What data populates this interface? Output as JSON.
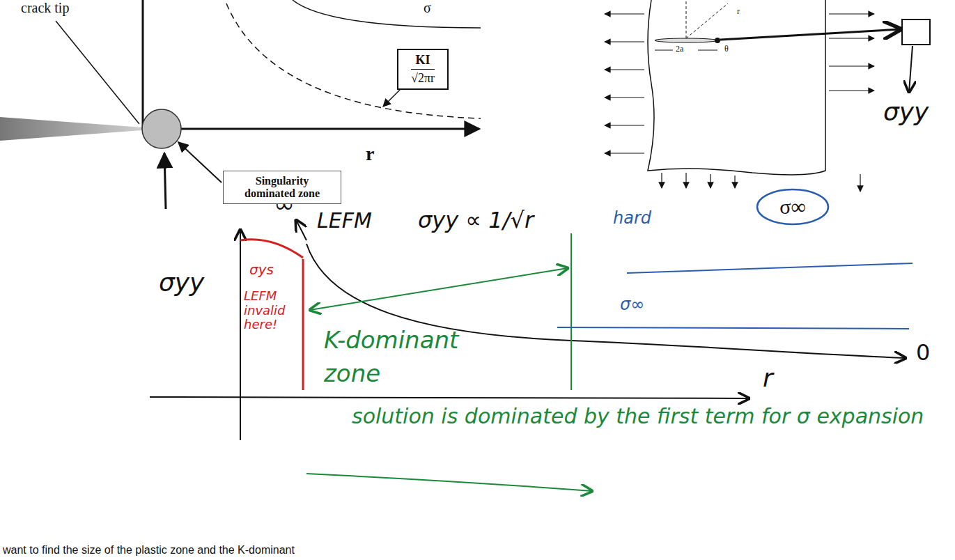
{
  "diagram": {
    "nodes": [
      {
        "text": [
          "KI",
          "√2πr"
        ]
      },
      {
        "text": [
          "Singularity dominated zone"
        ]
      },
      {
        "text": [
          "σ∞"
        ]
      }
    ],
    "labels": [
      "crack tip",
      "σ",
      "r",
      "2a",
      "r",
      "θ",
      "σyy",
      "∞",
      "LEFM",
      "σyy ∝ 1/√r",
      "σyy",
      "σys",
      "LEFM invalid here!",
      "K-dominant zone",
      "solution is dominated by the first term for σ expansion",
      "hard",
      "σ∞",
      "0",
      "r",
      "want to find the size of the plastic zone and the K-dominant"
    ]
  }
}
